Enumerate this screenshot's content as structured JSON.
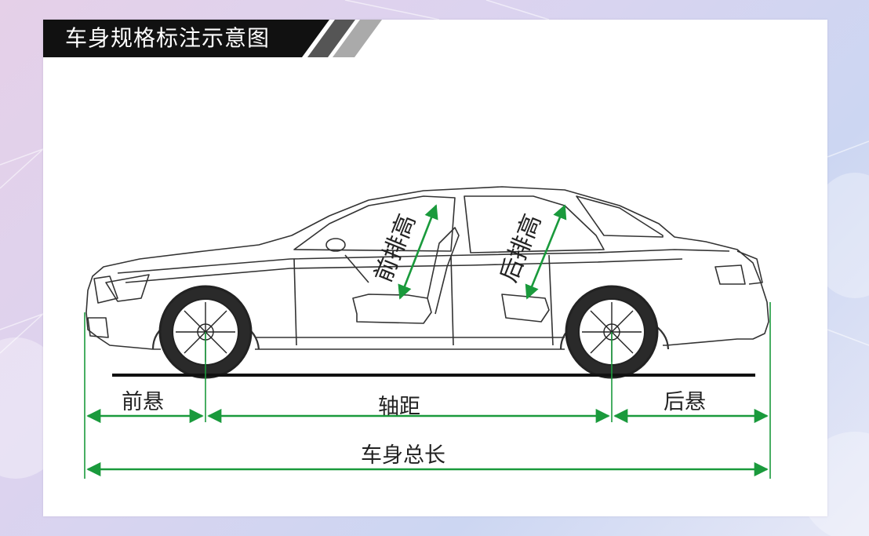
{
  "title": "车身规格标注示意图",
  "labels": {
    "front_overhang": "前悬",
    "wheelbase": "轴距",
    "rear_overhang": "后悬",
    "overall_length": "车身总长",
    "front_row_height": "前排高",
    "rear_row_height": "后排高"
  },
  "colors": {
    "arrow": "#1a9a3c",
    "title_bg": "#111111",
    "panel_bg": "#ffffff",
    "line": "#333333"
  }
}
